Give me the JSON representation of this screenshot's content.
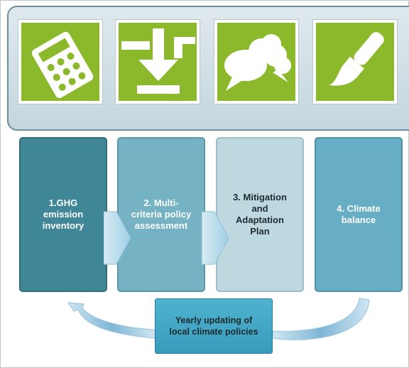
{
  "steps": [
    {
      "icon": "calculator-icon",
      "label": "1.GHG\nemission\ninventory"
    },
    {
      "icon": "download-icon",
      "label": "2. Multi-\ncriteria policy\nassessment"
    },
    {
      "icon": "speech-bubbles-icon",
      "label": "3. Mitigation\nand\nAdaptation\nPlan"
    },
    {
      "icon": "paintbrush-icon",
      "label": "4. Climate\nbalance"
    }
  ],
  "cycle_label": "Yearly updating  of\nlocal climate policies",
  "colors": {
    "icon_green": "#8cb92b",
    "step1": "#3f8796",
    "step2": "#74b2c4",
    "step3": "#bed8e0",
    "step4": "#67adc4",
    "cycle_box": "#46a9c8"
  }
}
